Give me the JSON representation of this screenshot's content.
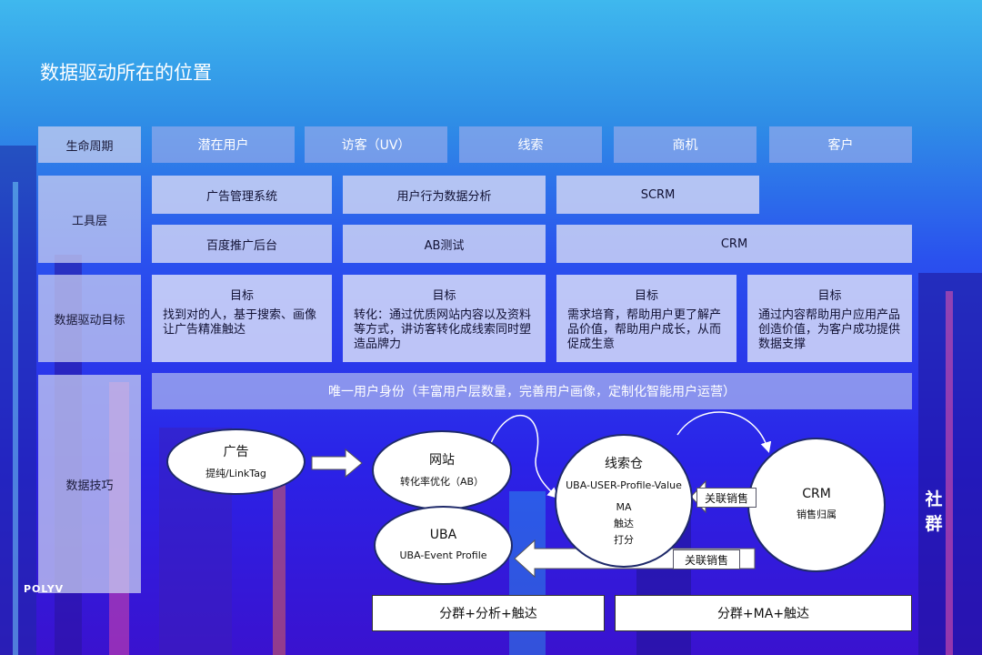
{
  "title": "数据驱动所在的位置",
  "lifecycle": {
    "label": "生命周期",
    "stages": [
      "潜在用户",
      "访客（UV）",
      "线索",
      "商机",
      "客户"
    ]
  },
  "tools": {
    "label": "工具层",
    "items": [
      "广告管理系统",
      "用户行为数据分析",
      "SCRM",
      "百度推广后台",
      "AB测试",
      "CRM"
    ]
  },
  "goals": {
    "label": "数据驱动目标",
    "heading": "目标",
    "items": [
      "找到对的人，基于搜索、画像让广告精准触达",
      "转化：通过优质网站内容以及资料等方式，讲访客转化成线索同时塑造品牌力",
      "需求培育，帮助用户更了解产品价值，帮助用户成长，从而促成生意",
      "通过内容帮助用户应用产品创造价值，为客户成功提供数据支撑"
    ]
  },
  "identity_strip": "唯一用户身份（丰富用户层数量，完善用户画像，定制化智能用户运营）",
  "skills": {
    "label": "数据技巧",
    "ad": {
      "title": "广告",
      "sub": "提纯/LinkTag"
    },
    "site": {
      "title": "网站",
      "sub": "转化率优化（AB）"
    },
    "uba": {
      "title": "UBA",
      "sub": "UBA-Event Profile"
    },
    "lead": {
      "title": "线索仓",
      "line1": "UBA-USER-Profile-Value",
      "line2": "MA",
      "line3": "触达",
      "line4": "打分"
    },
    "crm": {
      "title": "CRM",
      "sub": "销售归属"
    },
    "tag1": "关联销售",
    "tag2": "关联销售",
    "bottom1": "分群+分析+触达",
    "bottom2": "分群+MA+触达"
  },
  "side_text": [
    "社",
    "群"
  ],
  "logo_text": "POLYV"
}
